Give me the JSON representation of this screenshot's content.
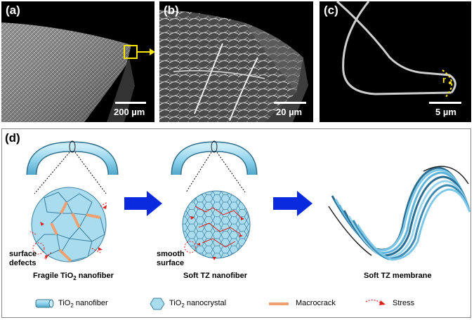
{
  "panel_a": {
    "label": "(a)",
    "scale_bar": "200 µm"
  },
  "panel_b": {
    "label": "(b)",
    "scale_bar": "20 µm"
  },
  "panel_c": {
    "label": "(c)",
    "scale_bar": "5 µm",
    "radius_label": "r"
  },
  "panel_d": {
    "label": "(d)",
    "annot_surface_defects_1": "surface",
    "annot_surface_defects_2": "defects",
    "annot_smooth_surface_1": "smooth",
    "annot_smooth_surface_2": "surface",
    "caption_fragile_pre": "Fragile TiO",
    "caption_fragile_sub": "2",
    "caption_fragile_post": " nanofiber",
    "caption_soft_fiber": "Soft TZ nanofiber",
    "caption_soft_membrane": "Soft TZ membrane"
  },
  "legend": {
    "nanofiber_pre": "TiO",
    "nanofiber_sub": "2",
    "nanofiber_post": " nanofiber",
    "nanocrystal_pre": "TiO",
    "nanocrystal_sub": "2",
    "nanocrystal_post": " nanocrystal",
    "macrocrack": "Macrocrack",
    "stress": "Stress"
  },
  "colors": {
    "tube_fill": "#9fd8ee",
    "crystal_fill": "#a9dcef",
    "crack": "#f0a070",
    "stress": "#e0201e",
    "arrow": "#0a2ae0",
    "highlight": "#ffe400",
    "membrane": "#7cc7e8"
  }
}
